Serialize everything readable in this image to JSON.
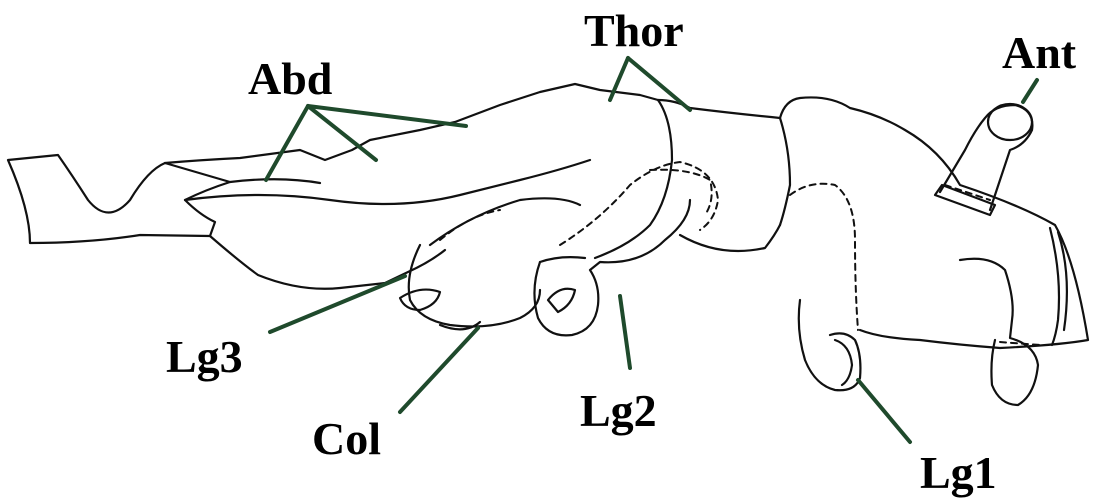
{
  "labels": {
    "abd": "Abd",
    "thor": "Thor",
    "ant": "Ant",
    "lg3": "Lg3",
    "col": "Col",
    "lg2": "Lg2",
    "lg1": "Lg1"
  },
  "colors": {
    "leader": "#1f4a2c",
    "outline": "#111111",
    "label": "#000000",
    "background": "#ffffff"
  }
}
